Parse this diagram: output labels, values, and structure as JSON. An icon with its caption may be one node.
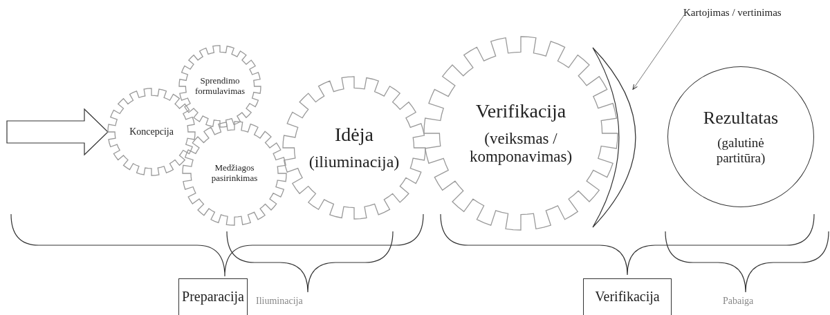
{
  "diagram": {
    "nodes": [
      {
        "text": [
          "Koncepcija"
        ]
      },
      {
        "text": [
          "Sprendimo formulavimas"
        ]
      },
      {
        "text": [
          "Medžiagos pasirinkimas"
        ]
      },
      {
        "text": [
          "Idėja",
          "(iliuminacija)"
        ]
      },
      {
        "text": [
          "Verifikacija",
          "(veiksmas / komponavimas)"
        ]
      },
      {
        "text": [],
        "shape": "crescent"
      },
      {
        "text": [
          "Rezultatas",
          "(galutinė partitūra)"
        ]
      },
      {
        "text": [
          "Kartojimas / vertinimas"
        ]
      },
      {
        "text": [
          "Preparacija"
        ]
      },
      {
        "text": [
          "Verifikacija"
        ]
      }
    ],
    "edges": [
      {
        "from": null,
        "to": 0,
        "arrow": "to"
      },
      {
        "from": 7,
        "to": 5,
        "arrow": "to"
      }
    ],
    "labels": [
      "Iliuminacija",
      "Pabaiga"
    ]
  }
}
